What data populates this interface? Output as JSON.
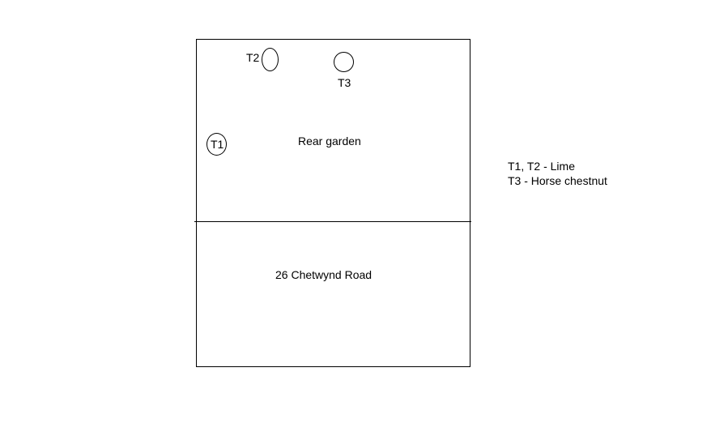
{
  "diagram": {
    "areas": {
      "rear_garden_label": "Rear garden",
      "house_label": "26 Chetwynd Road"
    },
    "trees": {
      "t1": {
        "label": "T1"
      },
      "t2": {
        "label": "T2"
      },
      "t3": {
        "label": "T3"
      }
    },
    "legend": {
      "line1": "T1, T2 - Lime",
      "line2": "T3 - Horse chestnut"
    }
  }
}
